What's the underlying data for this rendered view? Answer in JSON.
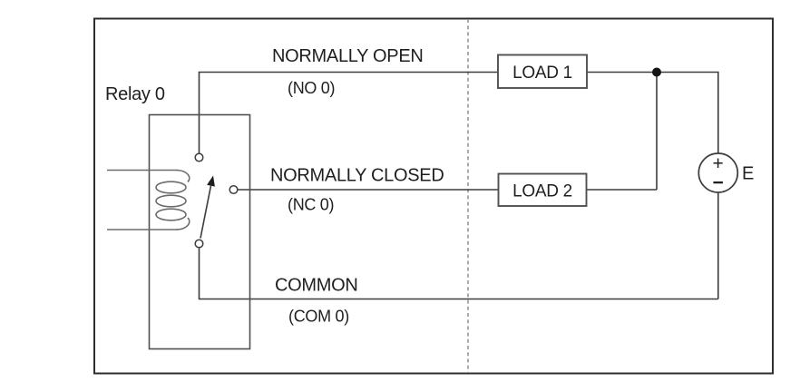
{
  "diagram": {
    "relay_label": "Relay 0",
    "contacts": {
      "no": {
        "title": "NORMALLY OPEN",
        "tag": "(NO 0)"
      },
      "nc": {
        "title": "NORMALLY CLOSED",
        "tag": "(NC 0)"
      },
      "com": {
        "title": "COMMON",
        "tag": "(COM 0)"
      }
    },
    "loads": [
      {
        "label": "LOAD 1"
      },
      {
        "label": "LOAD 2"
      }
    ],
    "source": {
      "label": "E",
      "plus": "+",
      "minus": "−"
    },
    "colors": {
      "background": "#ffffff",
      "border": "#2e2e2e",
      "wire": "#3d3d3d",
      "component_box": "#4f4f4f",
      "coil": "#6b6b6b",
      "dashed_line": "#8e8e8e",
      "text": "#1f1f1f"
    }
  }
}
